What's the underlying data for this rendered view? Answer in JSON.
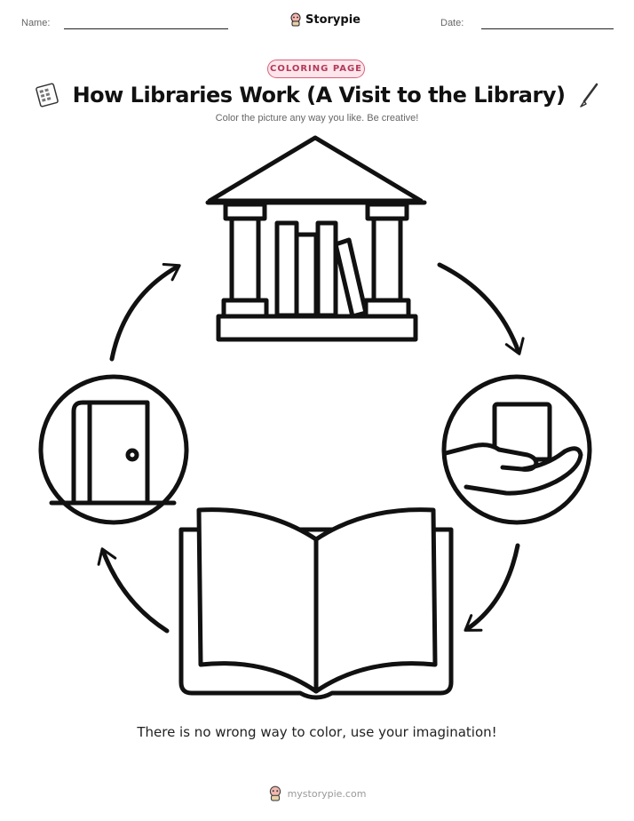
{
  "header": {
    "name_label": "Name:",
    "date_label": "Date:",
    "brand": "Storypie"
  },
  "badge": "COLORING PAGE",
  "title": "How Libraries Work (A Visit to the Library)",
  "subtitle": "Color the picture any way you like. Be creative!",
  "caption": "There is no wrong way to color, use your imagination!",
  "footer": "mystorypie.com",
  "icons": {
    "brand": "storypie-mascot-icon",
    "title_left": "coloring-sheet-icon",
    "title_right": "paintbrush-icon",
    "top": "library-building-icon",
    "right": "hand-holding-book-icon",
    "bottom": "open-book-icon",
    "left": "door-icon",
    "arrows": "cycle-arrow-icon"
  },
  "colors": {
    "badge_border": "#d9607a",
    "badge_fill": "#fde5ec",
    "badge_text": "#b23a58",
    "ink": "#111111"
  }
}
